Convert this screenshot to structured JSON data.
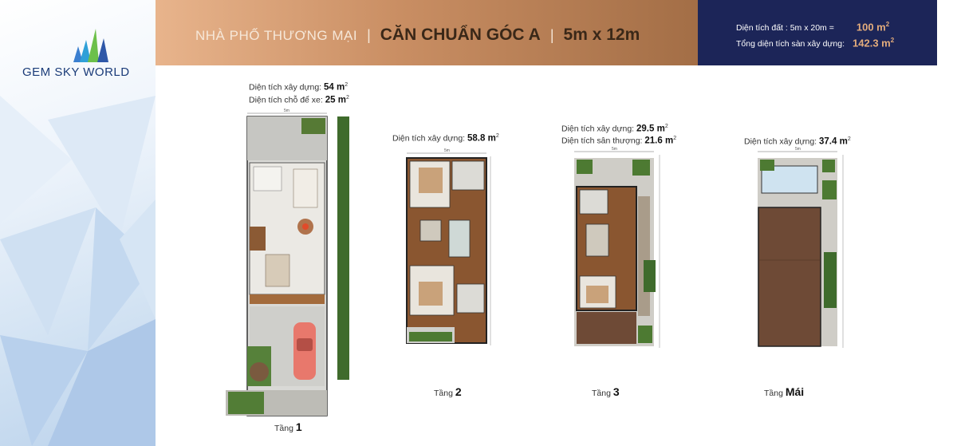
{
  "brand": {
    "name": "GEM SKY WORLD"
  },
  "header": {
    "category": "NHÀ PHỐ THƯƠNG MẠI",
    "separator": "|",
    "type": "CĂN CHUẨN GÓC A",
    "size": "5m x 12m"
  },
  "info": {
    "land_area_label": "Diện tích đất : 5m x 20m =",
    "land_area_value": "100 m",
    "floor_area_label": "Tổng diện tích sàn xây dựng:",
    "floor_area_value": "142.3 m",
    "unit_sup": "2"
  },
  "floors": [
    {
      "captions": [
        {
          "label": "Diện tích xây dựng:",
          "value": "54 m"
        },
        {
          "label": "Diện tích chỗ để xe:",
          "value": "25 m"
        }
      ],
      "name_prefix": "Tầng",
      "name_value": "1"
    },
    {
      "captions": [
        {
          "label": "Diện tích xây dựng:",
          "value": "58.8 m"
        }
      ],
      "name_prefix": "Tầng",
      "name_value": "2"
    },
    {
      "captions": [
        {
          "label": "Diện tích xây dựng:",
          "value": "29.5 m"
        },
        {
          "label": "Diện tích sân thượng:",
          "value": "21.6 m"
        }
      ],
      "name_prefix": "Tầng",
      "name_value": "3"
    },
    {
      "captions": [
        {
          "label": "Diện tích xây dựng:",
          "value": "37.4 m"
        }
      ],
      "name_prefix": "Tầng",
      "name_value": "Mái"
    }
  ],
  "dimension_label": "5m",
  "colors": {
    "header_gradient_start": "#e8b48c",
    "header_gradient_end": "#a36e46",
    "info_panel": "#1c2558",
    "accent_value": "#e3ac7c",
    "wood_floor": "#8a5630",
    "roof": "#6e4a36",
    "greenery": "#3f6b2c",
    "car": "#e8786c"
  }
}
